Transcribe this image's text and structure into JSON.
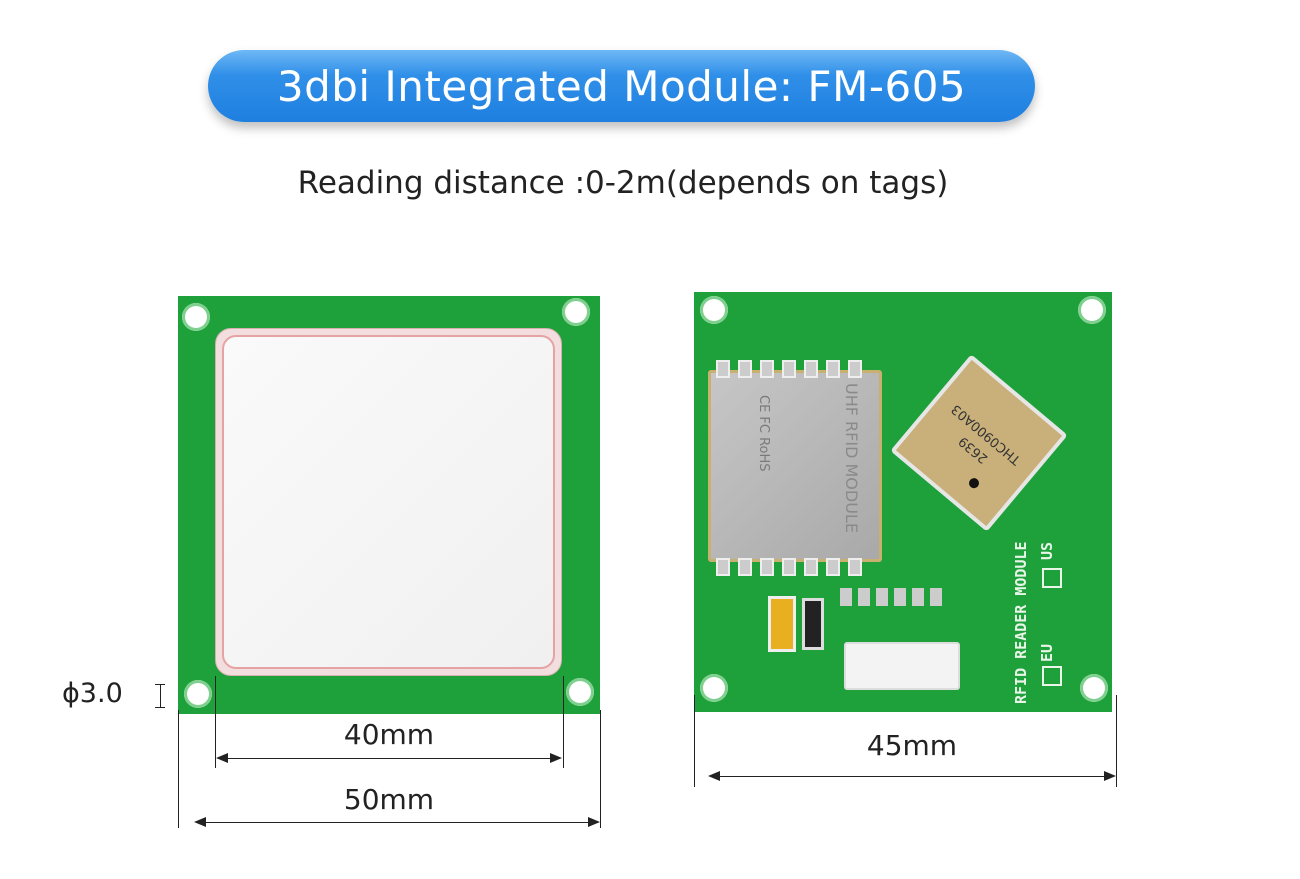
{
  "header": {
    "title": "3dbi Integrated Module: FM-605",
    "subtitle": "Reading distance :0-2m(depends on tags)"
  },
  "colors": {
    "title_pill": "#2f8fe8",
    "board_green": "#1ea03a",
    "antenna_border": "#e8a0a0"
  },
  "left_board": {
    "hole_diameter_label": "ϕ3.0",
    "inner_dimension": "40mm",
    "outer_dimension": "50mm"
  },
  "right_board": {
    "width_dimension": "45mm",
    "module_label": "UHF RFID MODULE",
    "board_label": "RFID READER MODULE",
    "region_us": "US",
    "region_eu": "EU",
    "chip_label": "THC0900A03",
    "chip_code": "2639"
  }
}
